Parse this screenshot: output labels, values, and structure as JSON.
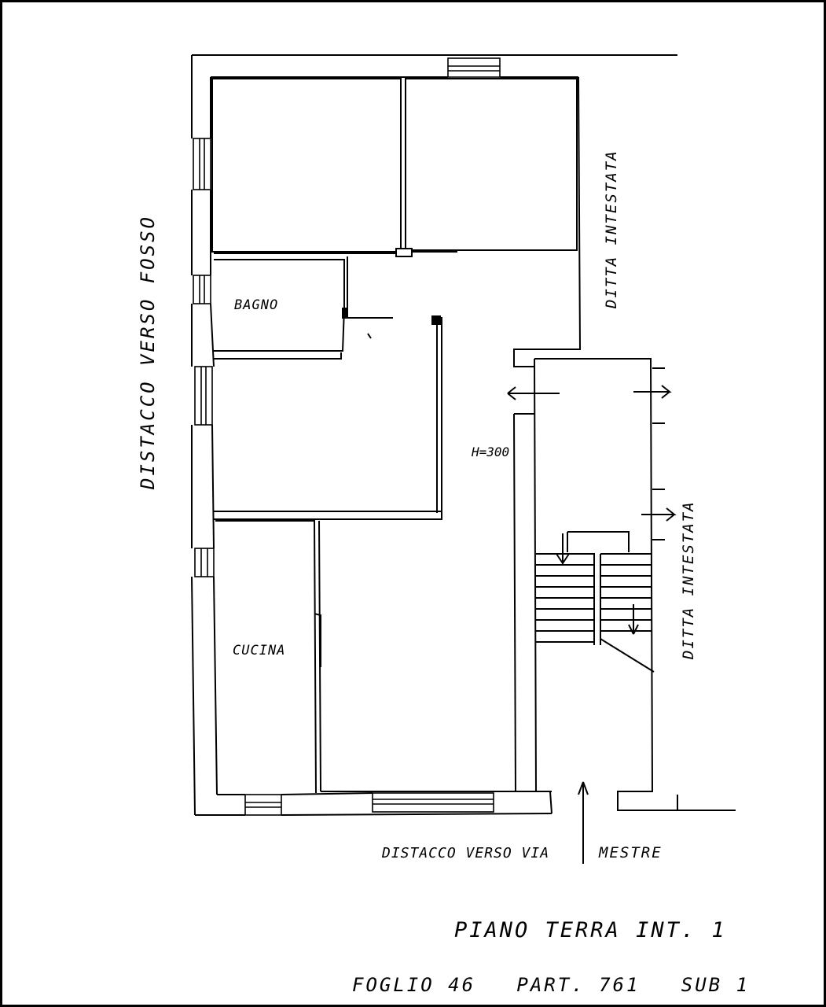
{
  "rooms": {
    "bath": "BAGNO",
    "kitchen": "CUCINA"
  },
  "annotations": {
    "height": "H=300",
    "left_side": "DISTACCO VERSO FOSSO",
    "right_side_upper": "DITTA INTESTATA",
    "right_side_lower": "DITTA INTESTATA",
    "bottom_left": "DISTACCO VERSO VIA",
    "bottom_right": "MESTRE"
  },
  "title_block": {
    "floor": "PIANO TERRA INT. 1",
    "cadastral": "FOGLIO 46   PART. 761   SUB 1"
  }
}
